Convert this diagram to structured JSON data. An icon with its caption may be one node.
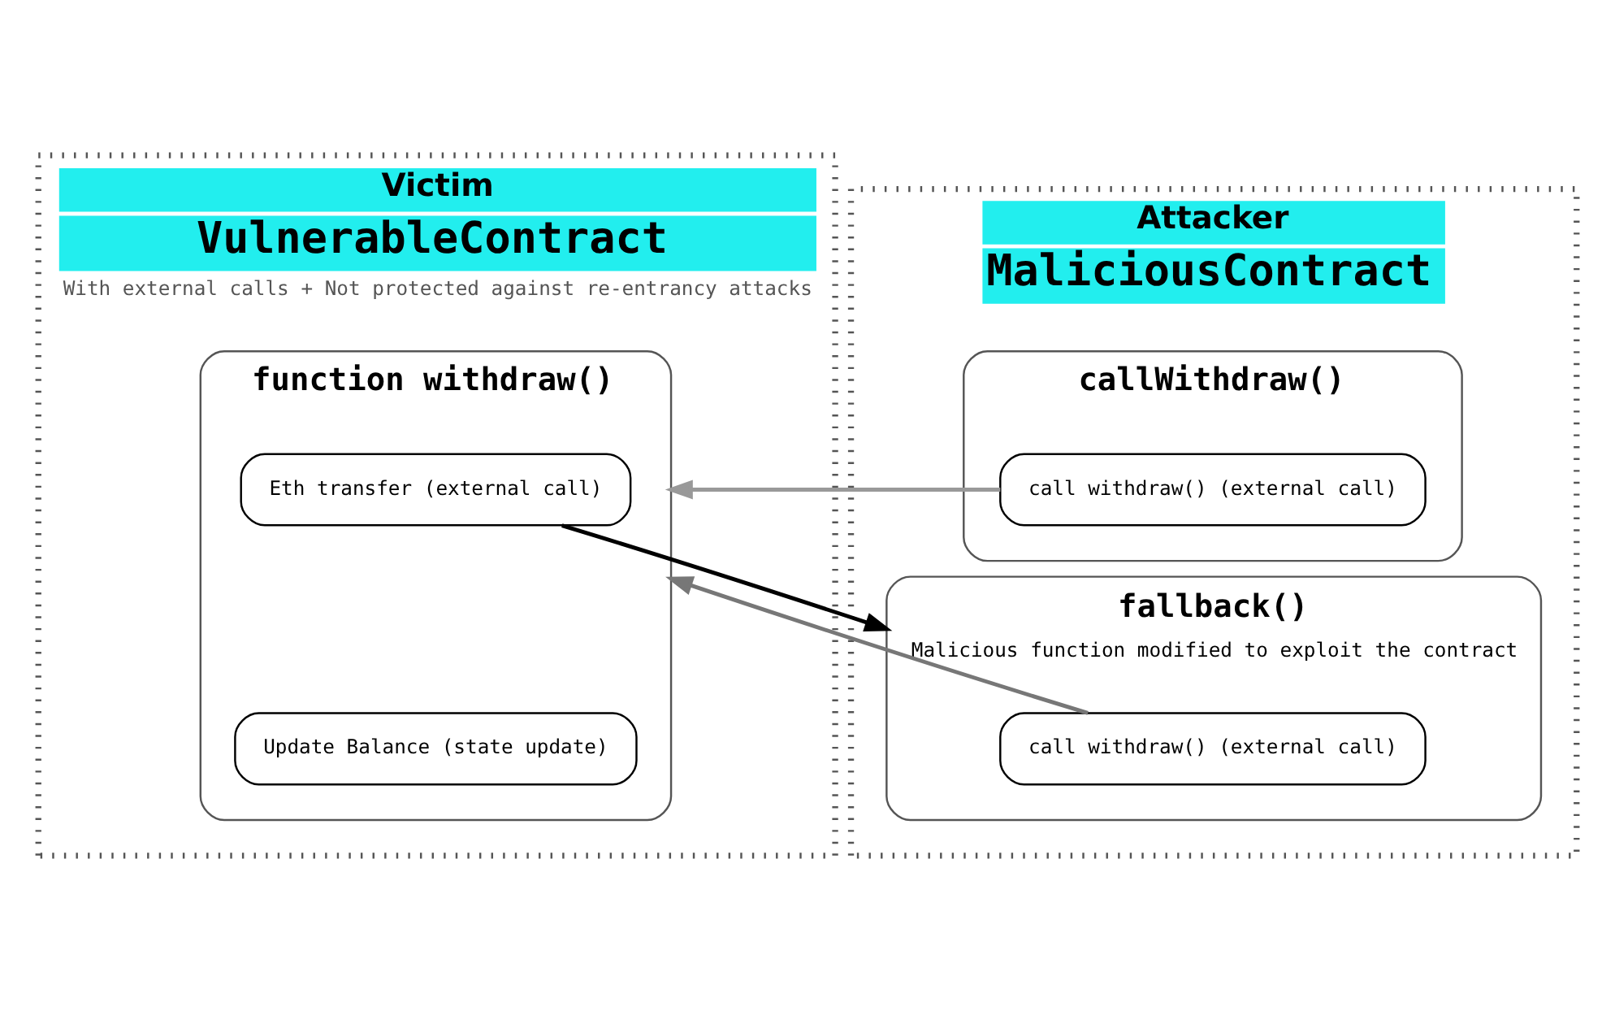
{
  "diagram": {
    "nodes": [
      {
        "text": [
          "Victim",
          "VulnerableContract",
          "With external calls + Not protected against re-entrancy attacks"
        ]
      },
      {
        "text": [
          "Attacker",
          "MaliciousContract"
        ]
      },
      {
        "text": [
          "function withdraw()"
        ],
        "in": 0
      },
      {
        "text": [
          "Eth transfer (external call)"
        ],
        "in": 2
      },
      {
        "text": [
          "Update Balance (state update)"
        ],
        "in": 2
      },
      {
        "text": [
          "callWithdraw()"
        ],
        "in": 1
      },
      {
        "text": [
          "call withdraw() (external call)"
        ],
        "in": 5
      },
      {
        "text": [
          "fallback()",
          "Malicious function modified to exploit the contract"
        ],
        "in": 1
      },
      {
        "text": [
          "call withdraw() (external call)"
        ],
        "in": 7
      }
    ],
    "edges": [
      {
        "from": 6,
        "to": 2,
        "arrow": "to",
        "color": "#999999"
      },
      {
        "from": 3,
        "to": 7,
        "arrow": "to",
        "color": "#000000"
      },
      {
        "from": 8,
        "to": 2,
        "arrow": "to",
        "color": "#777777"
      }
    ]
  }
}
